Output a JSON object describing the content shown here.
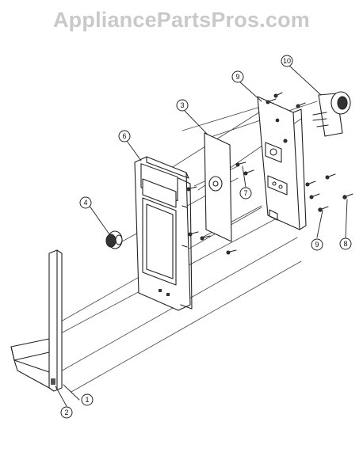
{
  "watermark": "AppliancePartsPros.com",
  "callouts": [
    {
      "id": "callout-1",
      "label": "1"
    },
    {
      "id": "callout-2",
      "label": "2"
    },
    {
      "id": "callout-3",
      "label": "3"
    },
    {
      "id": "callout-4",
      "label": "4"
    },
    {
      "id": "callout-6",
      "label": "6"
    },
    {
      "id": "callout-7",
      "label": "7"
    },
    {
      "id": "callout-8",
      "label": "8"
    },
    {
      "id": "callout-9a",
      "label": "9"
    },
    {
      "id": "callout-9b",
      "label": "9"
    },
    {
      "id": "callout-10",
      "label": "10"
    }
  ]
}
